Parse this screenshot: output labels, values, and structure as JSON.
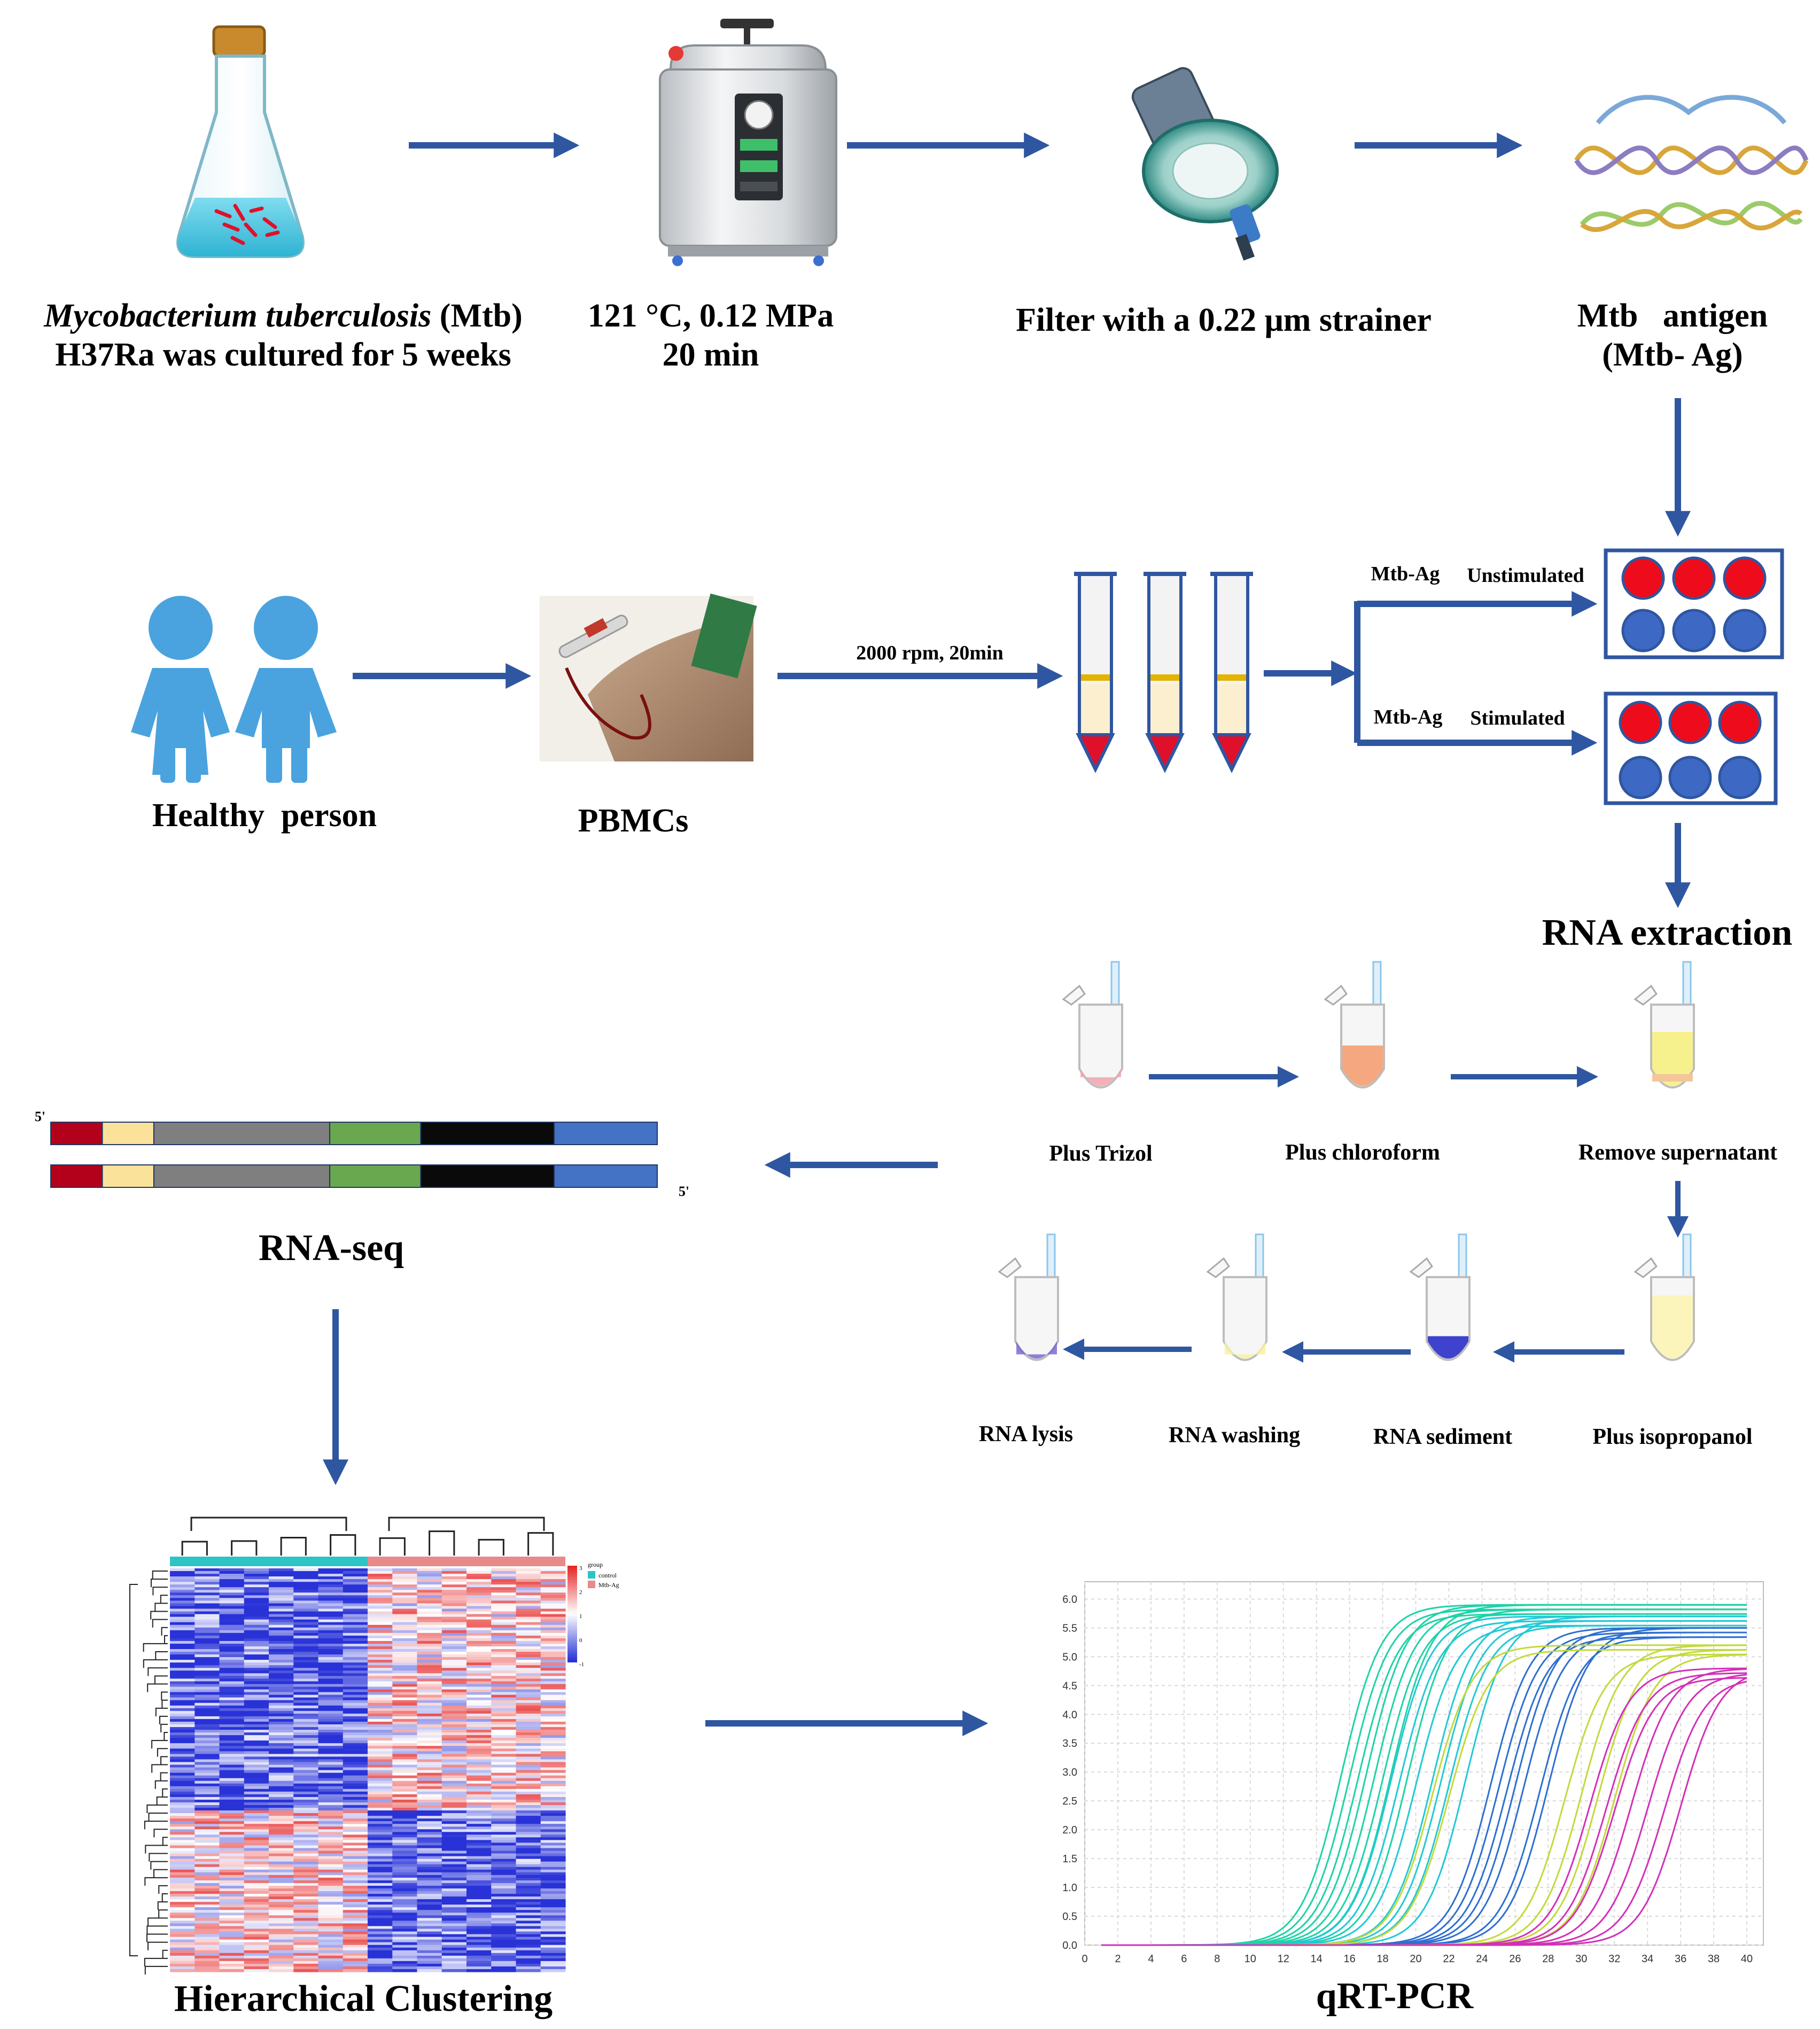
{
  "stage1": {
    "culture_line1_italic": "Mycobacterium tuberculosis",
    "culture_line1_rest": " (Mtb)",
    "culture_line2": "H37Ra was cultured for 5 weeks",
    "autoclave_line1": "121 °C, 0.12 MPa",
    "autoclave_line2": "20 min",
    "filter_label": "Filter with a 0.22 μm strainer",
    "antigen_line1": "Mtb   antigen",
    "antigen_line2": "(Mtb- Ag)"
  },
  "stage2": {
    "healthy_label": "Healthy  person",
    "pbmc_label": "PBMCs",
    "centrifuge_label": "2000 rpm, 20min",
    "upper_mtb": "Mtb-Ag",
    "upper_condition": "Unstimulated",
    "lower_mtb": "Mtb-Ag",
    "lower_condition": "Stimulated",
    "rna_extraction": "RNA extraction"
  },
  "extraction_steps": {
    "plus_trizol": "Plus Trizol",
    "plus_chloroform": "Plus chloroform",
    "remove_supernatant": "Remove supernatant",
    "plus_isopropanol": "Plus isopropanol",
    "rna_sediment": "RNA sediment",
    "rna_washing": "RNA washing",
    "rna_lysis": "RNA lysis"
  },
  "rnaseq": {
    "five_prime_top": "5'",
    "five_prime_bottom": "5'",
    "label": "RNA-seq",
    "segment_colors": [
      "#b3001b",
      "#fbe29a",
      "#7f7f7f",
      "#6aa84f",
      "#0a0a0a",
      "#4472c4"
    ]
  },
  "heatmap": {
    "label": "Hierarchical Clustering",
    "legend_title": "group",
    "legend_items": [
      {
        "name": "control",
        "color": "#2ec4c6"
      },
      {
        "name": "Mtb-Ag",
        "color": "#e88a8a"
      }
    ],
    "scale_ticks": [
      "3",
      "2",
      "1",
      "0",
      "-1"
    ]
  },
  "qpcr": {
    "label": "qRT-PCR"
  },
  "chart_data": {
    "type": "line",
    "x_ticks": [
      0,
      2,
      4,
      6,
      8,
      10,
      12,
      14,
      16,
      18,
      20,
      22,
      24,
      26,
      28,
      30,
      32,
      34,
      36,
      38,
      40
    ],
    "y_ticks": [
      "0.0",
      "0.5",
      "1.0",
      "1.5",
      "2.0",
      "2.5",
      "3.0",
      "3.5",
      "4.0",
      "4.5",
      "5.0",
      "5.5",
      "6.0"
    ],
    "xlim": [
      0,
      41
    ],
    "ylim": [
      0,
      6.3
    ],
    "grid": true,
    "series": [
      {
        "color": "#1dd3a7",
        "midpoints": [
          15.5,
          16.0,
          16.5,
          17.0,
          17.5,
          18.0,
          18.5,
          19.5
        ],
        "plateau": 5.9
      },
      {
        "color": "#20c9d6",
        "midpoints": [
          18.5,
          19.0,
          20.0,
          21.0,
          21.5,
          22.0,
          23.0
        ],
        "plateau": 5.7
      },
      {
        "color": "#2e6fd1",
        "midpoints": [
          24.5,
          25.0,
          25.5,
          26.0,
          26.5,
          27.5,
          28.0
        ],
        "plateau": 5.5
      },
      {
        "color": "#c3d93a",
        "midpoints": [
          21.0,
          22.0,
          29.0,
          30.0,
          31.0,
          32.0
        ],
        "plateau": 5.2
      },
      {
        "color": "#d42fb8",
        "midpoints": [
          30.5,
          31.5,
          32.0,
          33.0,
          34.0,
          35.0,
          36.0
        ],
        "plateau": 4.8
      }
    ]
  }
}
